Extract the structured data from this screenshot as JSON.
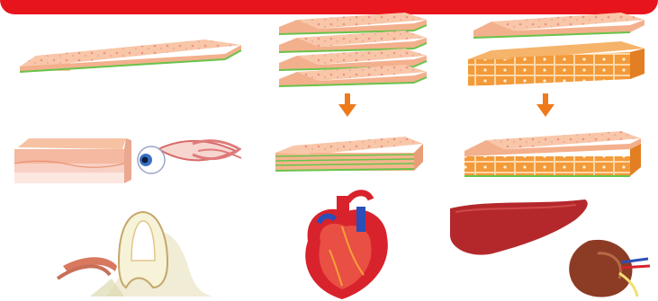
{
  "colors": {
    "banner": "#e8141c",
    "cell_sheet": "#f7c2a3",
    "cell_dots": "#f09090",
    "membrane": "#69c34a",
    "thick_tissue": "#f39a3a",
    "arrow": "#ee7a1c",
    "heart": "#d8232c",
    "liver": "#b4282c",
    "kidney": "#8c3b25",
    "vessel_blue": "#2a4fb8"
  },
  "icons": [
    "single-cell-sheet",
    "four-stacked-cell-sheets",
    "cell-sheet-on-thick-tissue",
    "down-arrow",
    "skin-section",
    "eye",
    "layered-sheet-construct",
    "thick-tissue-construct",
    "tooth-periodontium",
    "heart",
    "liver",
    "kidney"
  ]
}
